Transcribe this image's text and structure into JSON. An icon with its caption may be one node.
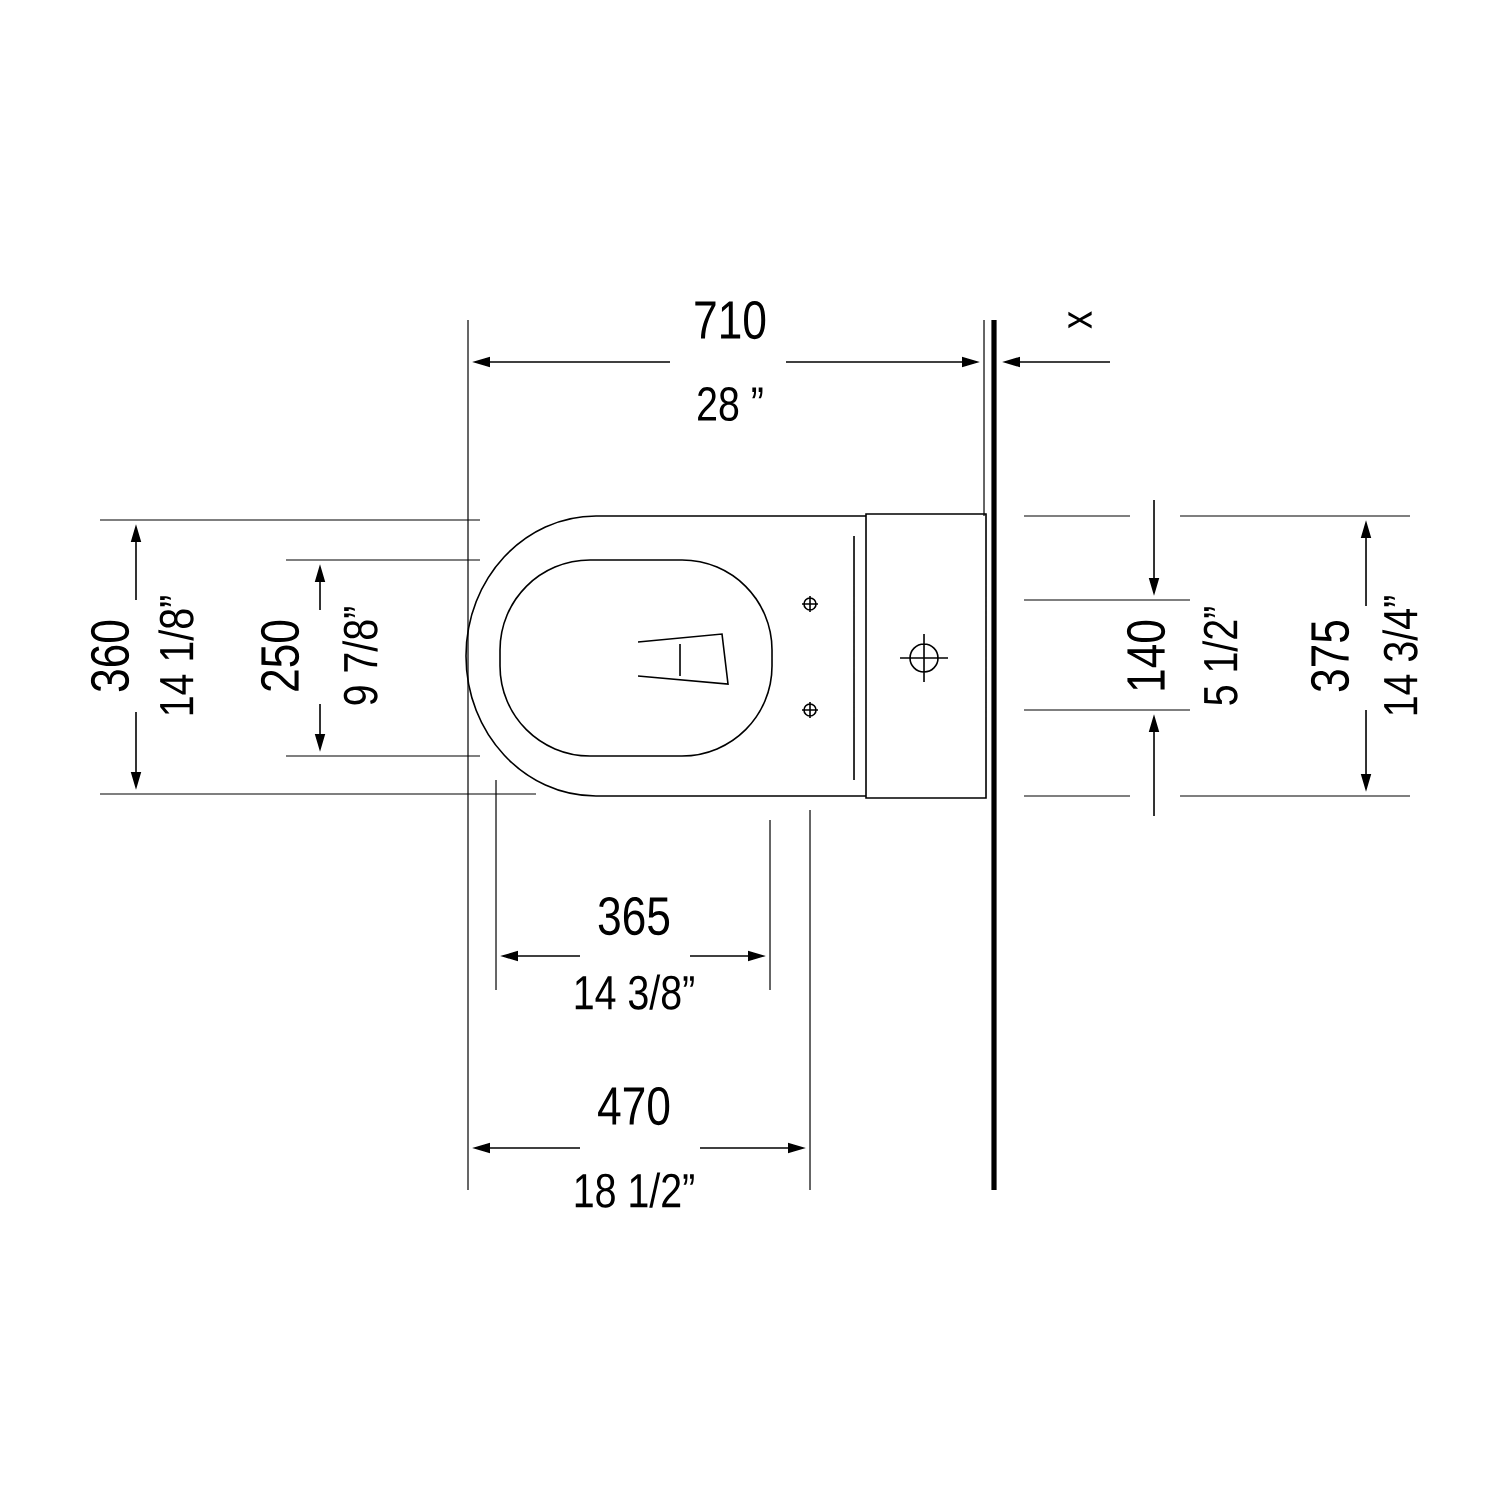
{
  "diagram": {
    "labels": [
      "710",
      "28 ”",
      "x",
      "360",
      "14 1/8”",
      "250",
      "9 7/8”",
      "140",
      "5 1/2”",
      "375",
      "14 3/4”",
      "365",
      "14 3/8”",
      "470",
      "18 1/2”"
    ]
  }
}
